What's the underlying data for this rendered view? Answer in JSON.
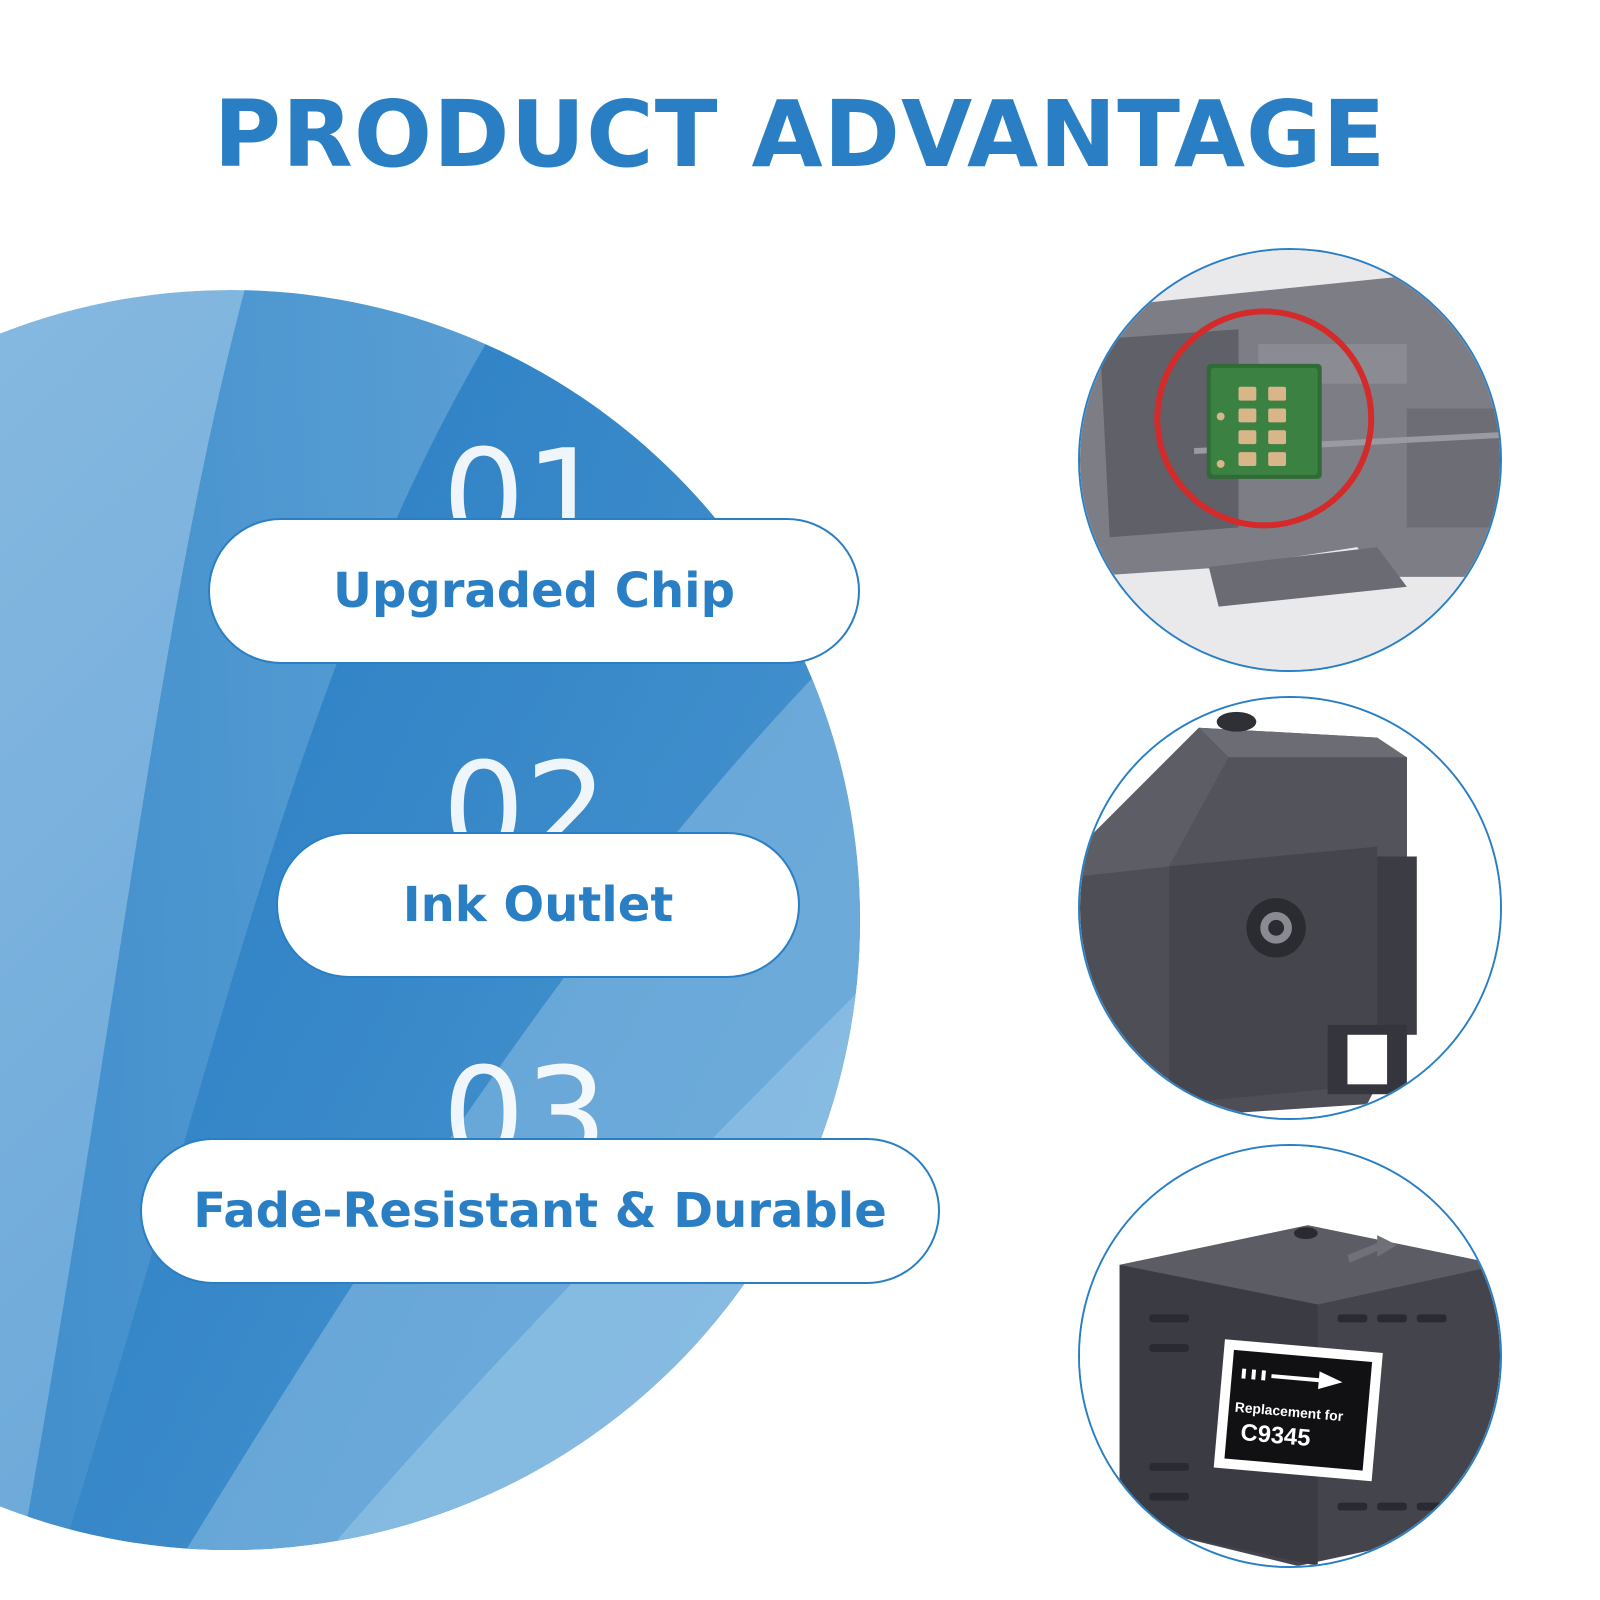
{
  "title": "PRODUCT ADVANTAGE",
  "features": [
    {
      "number": "01",
      "label": "Upgraded Chip"
    },
    {
      "number": "02",
      "label": "Ink Outlet"
    },
    {
      "number": "03",
      "label": "Fade-Resistant & Durable"
    }
  ],
  "product_label": {
    "line1": "Replacement for",
    "line2": "C9345"
  },
  "colors": {
    "accent": "#2a7fc4",
    "blue_light": "#7db3dc",
    "blue_mid": "#4a93cf",
    "blue_dark": "#1f78c0",
    "highlight_ring": "#d42a2a"
  }
}
